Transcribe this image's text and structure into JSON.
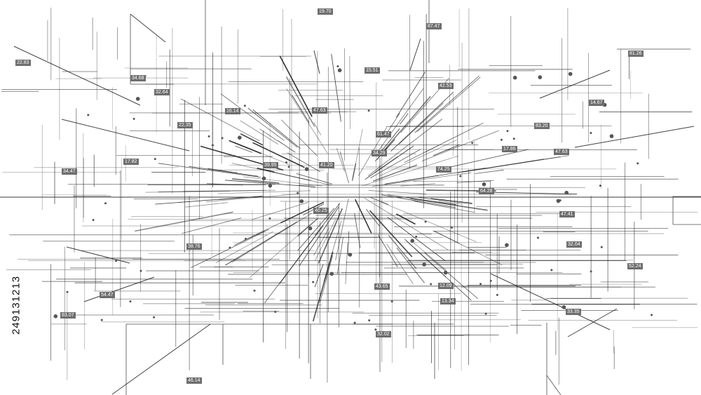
{
  "background": "#ffffff",
  "line_color": "#222222",
  "label_color": "#6e6e6e",
  "stock_id": "249131213",
  "labels": [
    "19.70",
    "87.47",
    "81.26",
    "34.68",
    "32.64",
    "42.53",
    "14.67",
    "47.63",
    "22.35",
    "83.20",
    "61.47",
    "17.86",
    "17.82",
    "47.63",
    "34.47",
    "41.20",
    "64.28",
    "40.25",
    "47.41",
    "38.76",
    "32.04",
    "54.47",
    "83.07",
    "13.34",
    "43.65",
    "12.09",
    "33.35",
    "32.02",
    "46.14",
    "22.83",
    "15.51",
    "16.14",
    "74.25",
    "34.29",
    "52.24",
    "39.95"
  ]
}
